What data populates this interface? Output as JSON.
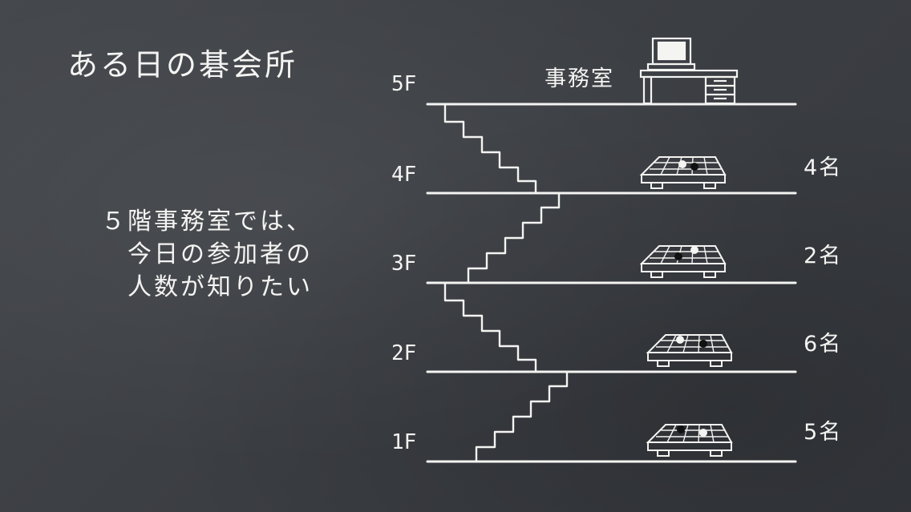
{
  "title": "ある日の碁会所",
  "description": [
    "５階事務室では、",
    "今日の参加者の",
    "人数が知りたい"
  ],
  "office_label": "事務室",
  "floors": [
    {
      "label": "5F",
      "count": ""
    },
    {
      "label": "4F",
      "count": "4名"
    },
    {
      "label": "3F",
      "count": "2名"
    },
    {
      "label": "2F",
      "count": "6名"
    },
    {
      "label": "1F",
      "count": "5名"
    }
  ],
  "colors": {
    "background": "#3f4247",
    "chalk": "#f4f4f2"
  },
  "icons": [
    "go-board-icon",
    "office-desk-computer-icon",
    "stairs-icon"
  ]
}
